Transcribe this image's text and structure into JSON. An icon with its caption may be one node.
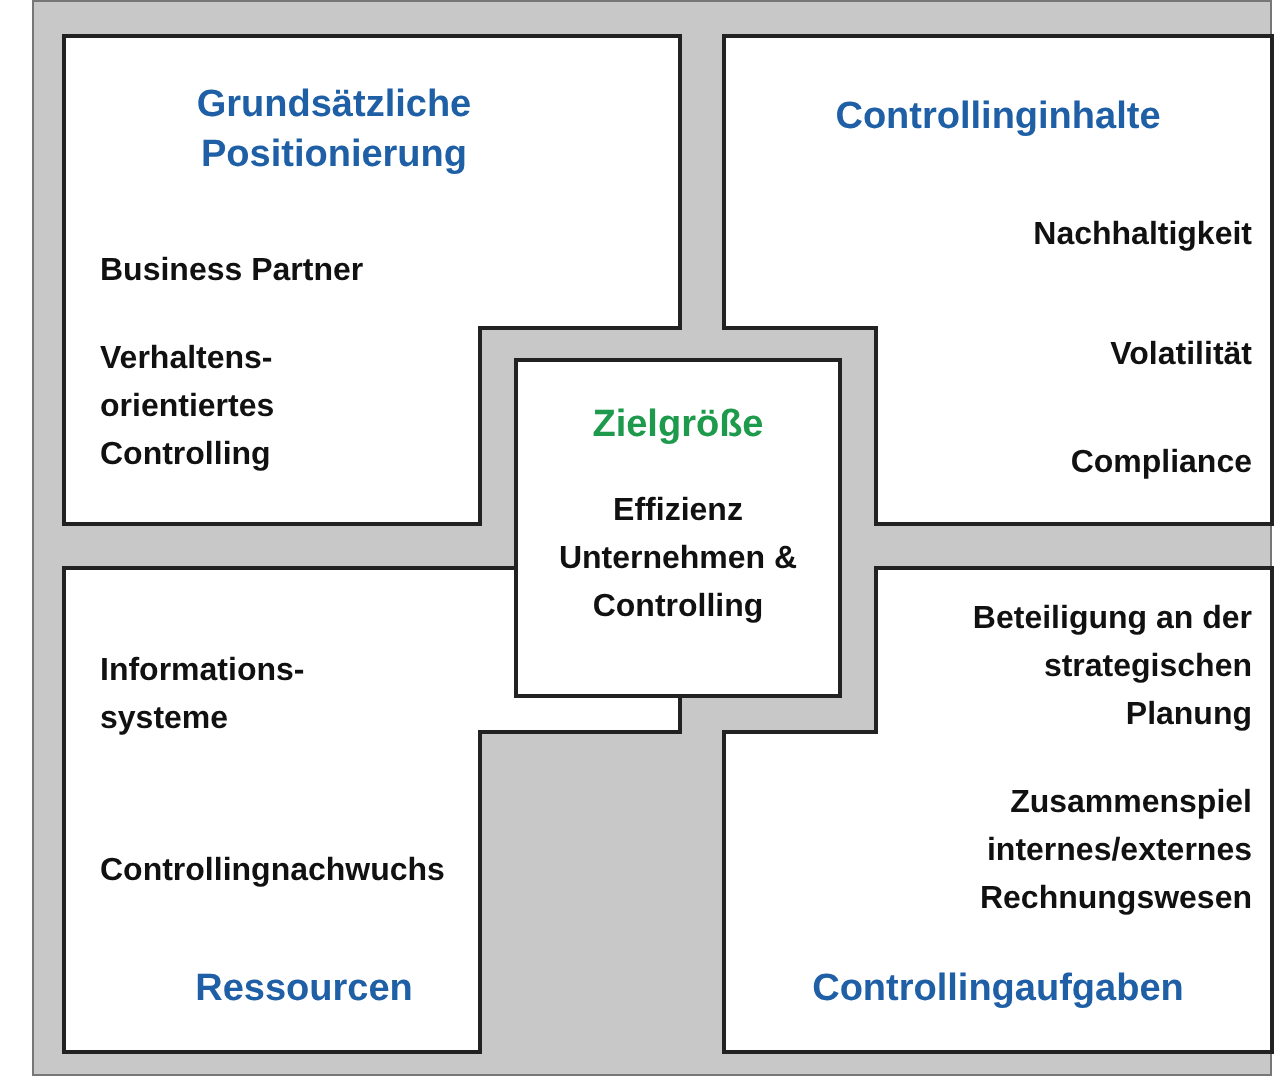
{
  "diagram": {
    "nodes": [
      {
        "text": [
          "Grundsätzliche Positionierung",
          "Business Partner",
          "Verhaltens-orientiertes Controlling"
        ]
      },
      {
        "text": [
          "Controllinginhalte",
          "Nachhaltigkeit",
          "Volatilität",
          "Compliance"
        ]
      },
      {
        "text": [
          "Zielgröße",
          "Effizienz Unternehmen & Controlling"
        ]
      },
      {
        "text": [
          "Informations-systeme",
          "Controllingnachwuchs",
          "Ressourcen"
        ]
      },
      {
        "text": [
          "Beteiligung an der strategischen Planung",
          "Zusammenspiel internes/externes Rechnungswesen",
          "Controllingaufgaben"
        ]
      }
    ],
    "edges": []
  }
}
